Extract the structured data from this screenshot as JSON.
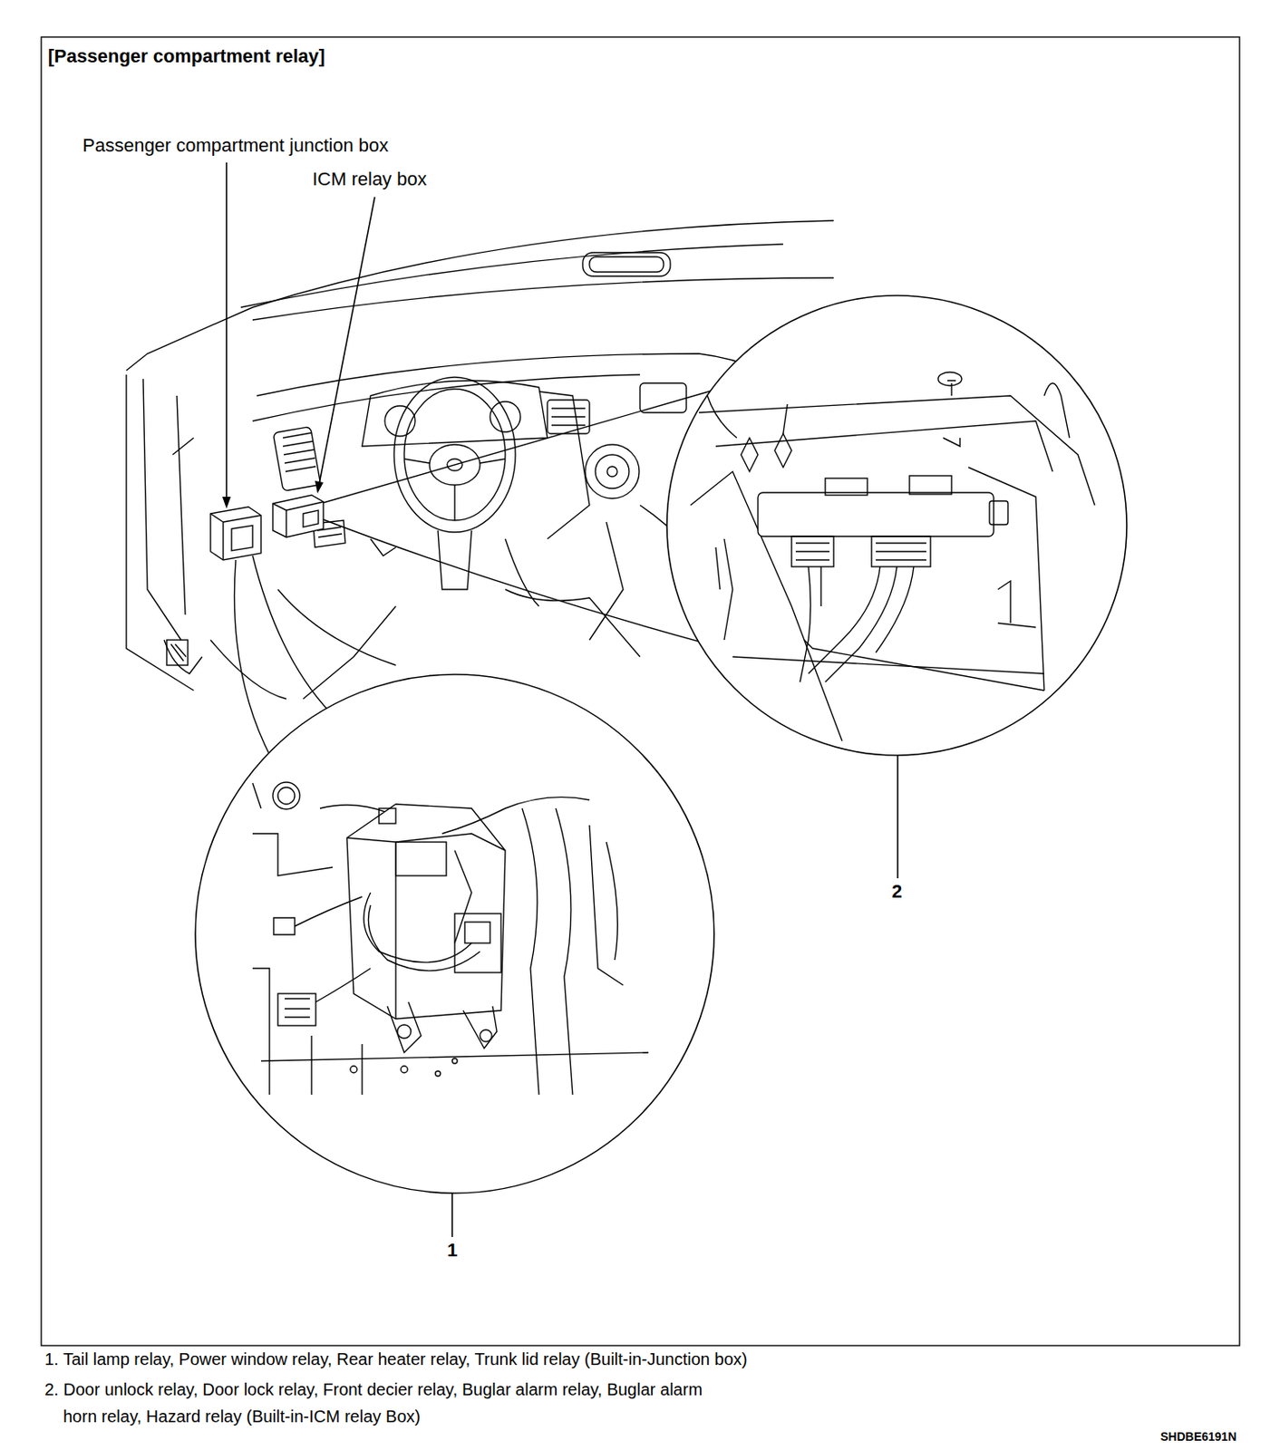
{
  "diagram": {
    "title": "[Passenger compartment relay]",
    "labels": [
      "Passenger compartment junction box",
      "ICM relay box",
      "2",
      "1",
      "1. Tail lamp relay, Power window relay, Rear heater relay, Trunk lid relay (Built-in-Junction box)",
      "2. Door unlock relay, Door lock relay, Front decier relay, Buglar alarm relay, Buglar alarm horn relay, Hazard relay (Built-in-ICM relay Box)",
      "SHDBE6191N"
    ]
  }
}
